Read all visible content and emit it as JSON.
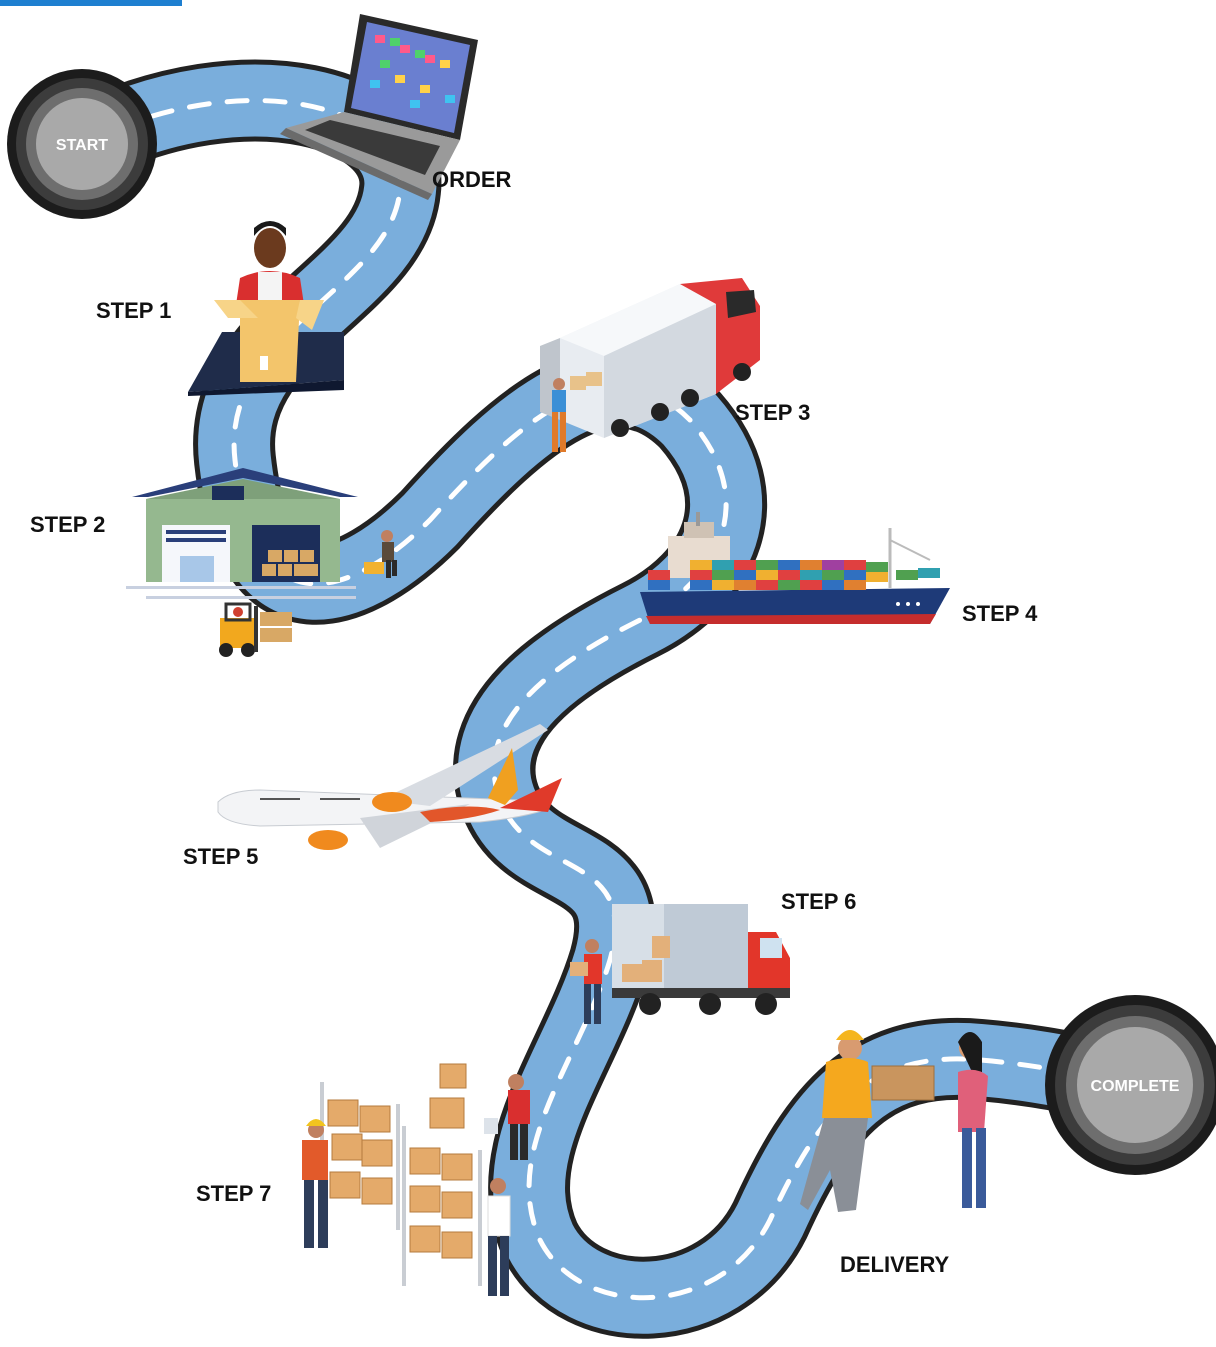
{
  "start_label": "START",
  "complete_label": "COMPLETE",
  "steps": {
    "order": "ORDER",
    "step1": "STEP 1",
    "step2": "STEP 2",
    "step3": "STEP 3",
    "step4": "STEP 4",
    "step5": "STEP 5",
    "step6": "STEP 6",
    "step7": "STEP 7",
    "delivery": "DELIVERY"
  },
  "colors": {
    "road": "#7aaedc",
    "road_edge": "#222222",
    "accent": "#1e7fd0",
    "pin_inner": "#a9a9a9"
  },
  "icons": [
    "laptop-icon",
    "packer-icon",
    "warehouse-icon",
    "forklift-icon",
    "truck-icon",
    "cargo-ship-icon",
    "airplane-icon",
    "delivery-truck-icon",
    "pallet-rack-icon",
    "courier-handover-icon"
  ]
}
